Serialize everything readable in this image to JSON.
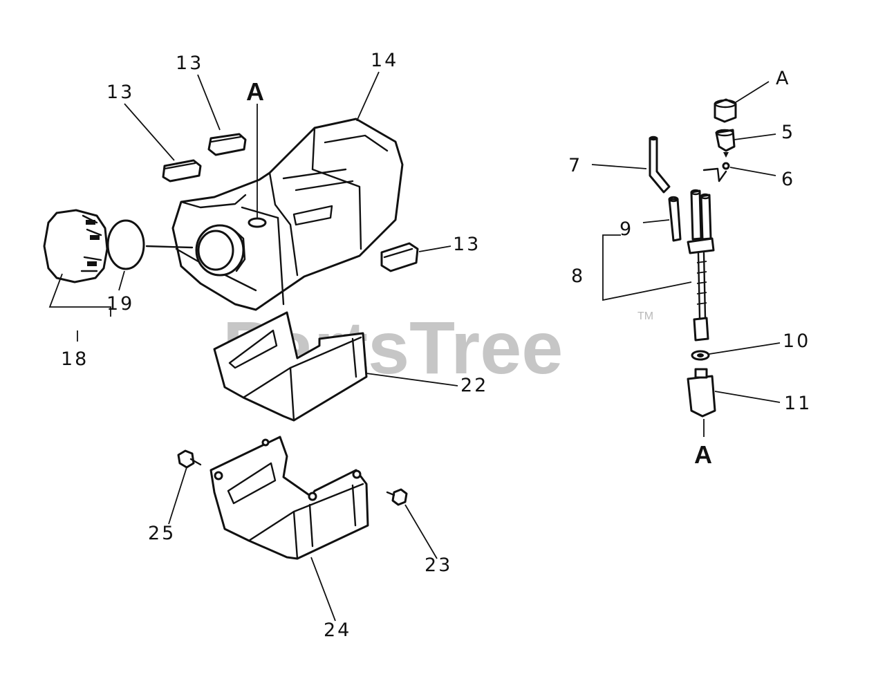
{
  "watermark": {
    "text": "PartsTree",
    "trademark": "TM"
  },
  "callouts": {
    "p13a": "13",
    "p13b": "13",
    "p13c": "13",
    "p14": "14",
    "pA1": "A",
    "p18": "18",
    "p19": "19",
    "p22": "22",
    "p24": "24",
    "p25": "25",
    "p23": "23",
    "pA2": "A",
    "p5": "5",
    "p6": "6",
    "p7": "7",
    "p9": "9",
    "p8": "8",
    "p10": "10",
    "p11": "11",
    "pA3": "A"
  }
}
